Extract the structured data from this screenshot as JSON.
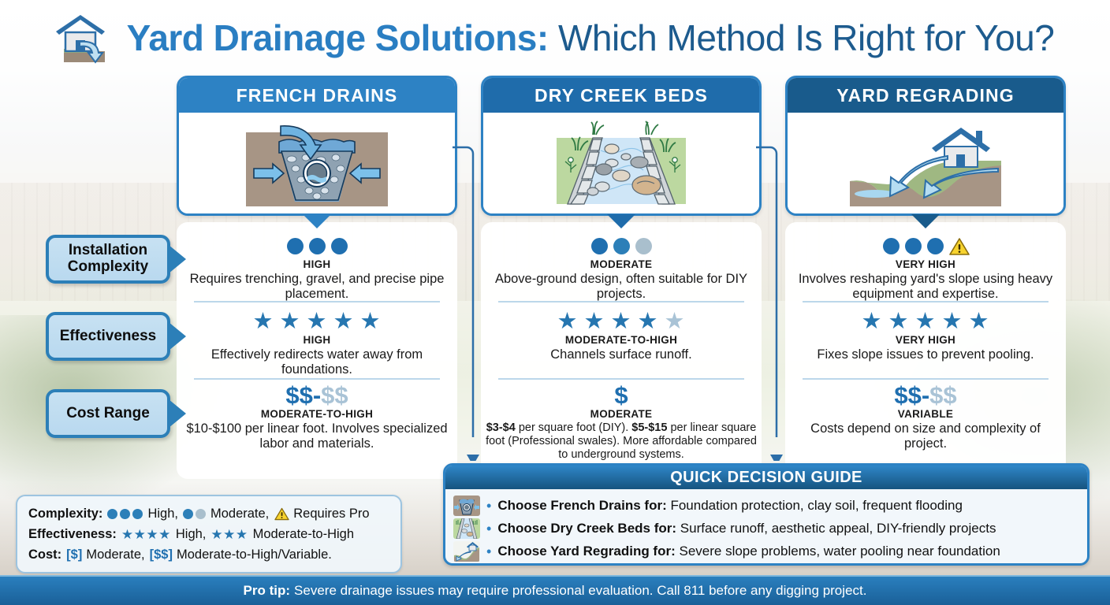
{
  "header": {
    "title_bold": "Yard Drainage Solutions:",
    "title_light": " Which Method Is Right for You?",
    "logo_icon": "house-with-drainage-arrow-icon"
  },
  "colors": {
    "brand_blue": "#2d82c4",
    "dark_blue": "#1b5e8e",
    "light_blue": "#9fc6e0",
    "warning_yellow": "#f4cf2a",
    "accent_star": "#2676b0"
  },
  "row_labels": [
    {
      "id": "installation-complexity",
      "text": "Installation\nComplexity"
    },
    {
      "id": "effectiveness",
      "text": "Effectiveness"
    },
    {
      "id": "cost-range",
      "text": "Cost Range"
    }
  ],
  "columns": [
    {
      "id": "french-drains",
      "title": "FRENCH DRAINS",
      "header_color": "#2d82c4",
      "illustration": "french-drain-trench-illustration",
      "complexity": {
        "icon_type": "dots",
        "dots_filled": 3,
        "dots_total": 3,
        "warning": false,
        "rating": "HIGH",
        "description": "Requires trenching, gravel, and precise pipe placement."
      },
      "effectiveness": {
        "icon_type": "stars",
        "stars_filled": 5,
        "stars_total": 5,
        "rating": "HIGH",
        "description": "Effectively redirects water away from foundations."
      },
      "cost": {
        "icon_type": "dollars",
        "symbol_dark": "$$",
        "symbol_separator": "-",
        "symbol_light": "$$",
        "rating": "MODERATE-TO-HIGH",
        "description": "$10-$100 per linear foot. Involves specialized labor and materials."
      }
    },
    {
      "id": "dry-creek-beds",
      "title": "DRY CREEK BEDS",
      "header_color": "#1f6cab",
      "illustration": "dry-creek-bed-illustration",
      "complexity": {
        "icon_type": "dots",
        "dots_filled": 2,
        "dots_total": 3,
        "warning": false,
        "rating": "MODERATE",
        "description": "Above-ground design, often suitable for DIY projects."
      },
      "effectiveness": {
        "icon_type": "stars",
        "stars_filled": 4,
        "stars_total": 5,
        "rating": "MODERATE-TO-HIGH",
        "description": "Channels surface runoff."
      },
      "cost": {
        "icon_type": "dollars",
        "symbol_dark": "$",
        "symbol_separator": "",
        "symbol_light": "",
        "rating": "MODERATE",
        "description_rich": [
          {
            "t": "$3-$4",
            "b": true
          },
          {
            "t": " per square foot (DIY). ",
            "b": false
          },
          {
            "t": "$5-$15",
            "b": true
          },
          {
            "t": " per linear square foot (Professional swales). More affordable compared to underground systems.",
            "b": false
          }
        ],
        "description": "$3-$4 per square foot (DIY). $5-$15 per linear square foot (Professional swales). More affordable compared to underground systems."
      }
    },
    {
      "id": "yard-regrading",
      "title": "YARD REGRADING",
      "header_color": "#195b8c",
      "illustration": "yard-regrading-slope-illustration",
      "complexity": {
        "icon_type": "dots",
        "dots_filled": 3,
        "dots_total": 3,
        "warning": true,
        "warning_icon": "warning-triangle-icon",
        "rating": "VERY HIGH",
        "description": "Involves reshaping yard's slope using heavy equipment and expertise."
      },
      "effectiveness": {
        "icon_type": "stars",
        "stars_filled": 5,
        "stars_total": 5,
        "rating": "VERY HIGH",
        "description": "Fixes slope issues to prevent pooling."
      },
      "cost": {
        "icon_type": "dollars",
        "symbol_dark": "$$",
        "symbol_separator": "-",
        "symbol_light": "$$",
        "rating": "VARIABLE",
        "description": "Costs depend on size and complexity of project."
      }
    }
  ],
  "legend": {
    "complexity_label": "Complexity:",
    "complexity_high_text": "High,",
    "complexity_moderate_text": "Moderate,",
    "complexity_pro_text": "Requires Pro",
    "effectiveness_label": "Effectiveness:",
    "effectiveness_high_text": "High,",
    "effectiveness_mod_text": "Moderate-to-High",
    "cost_label": "Cost:",
    "cost_one": "[$]",
    "cost_one_text": "Moderate,",
    "cost_two": "[$$]",
    "cost_two_text": "Moderate-to-High/Variable."
  },
  "quick_guide": {
    "title": "QUICK DECISION GUIDE",
    "rows": [
      {
        "thumb": "french-drain-thumb-icon",
        "bold": "Choose French Drains for:",
        "text": " Foundation protection, clay soil, frequent flooding"
      },
      {
        "thumb": "dry-creek-bed-thumb-icon",
        "bold": "Choose Dry Creek Beds for:",
        "text": " Surface runoff, aesthetic appeal, DIY-friendly projects"
      },
      {
        "thumb": "yard-regrading-thumb-icon",
        "bold": "Choose Yard Regrading for:",
        "text": " Severe slope problems, water pooling near foundation"
      }
    ]
  },
  "pro_tip": {
    "label": "Pro tip:",
    "text": " Severe drainage issues may require professional evaluation. Call 811 before any digging project."
  }
}
